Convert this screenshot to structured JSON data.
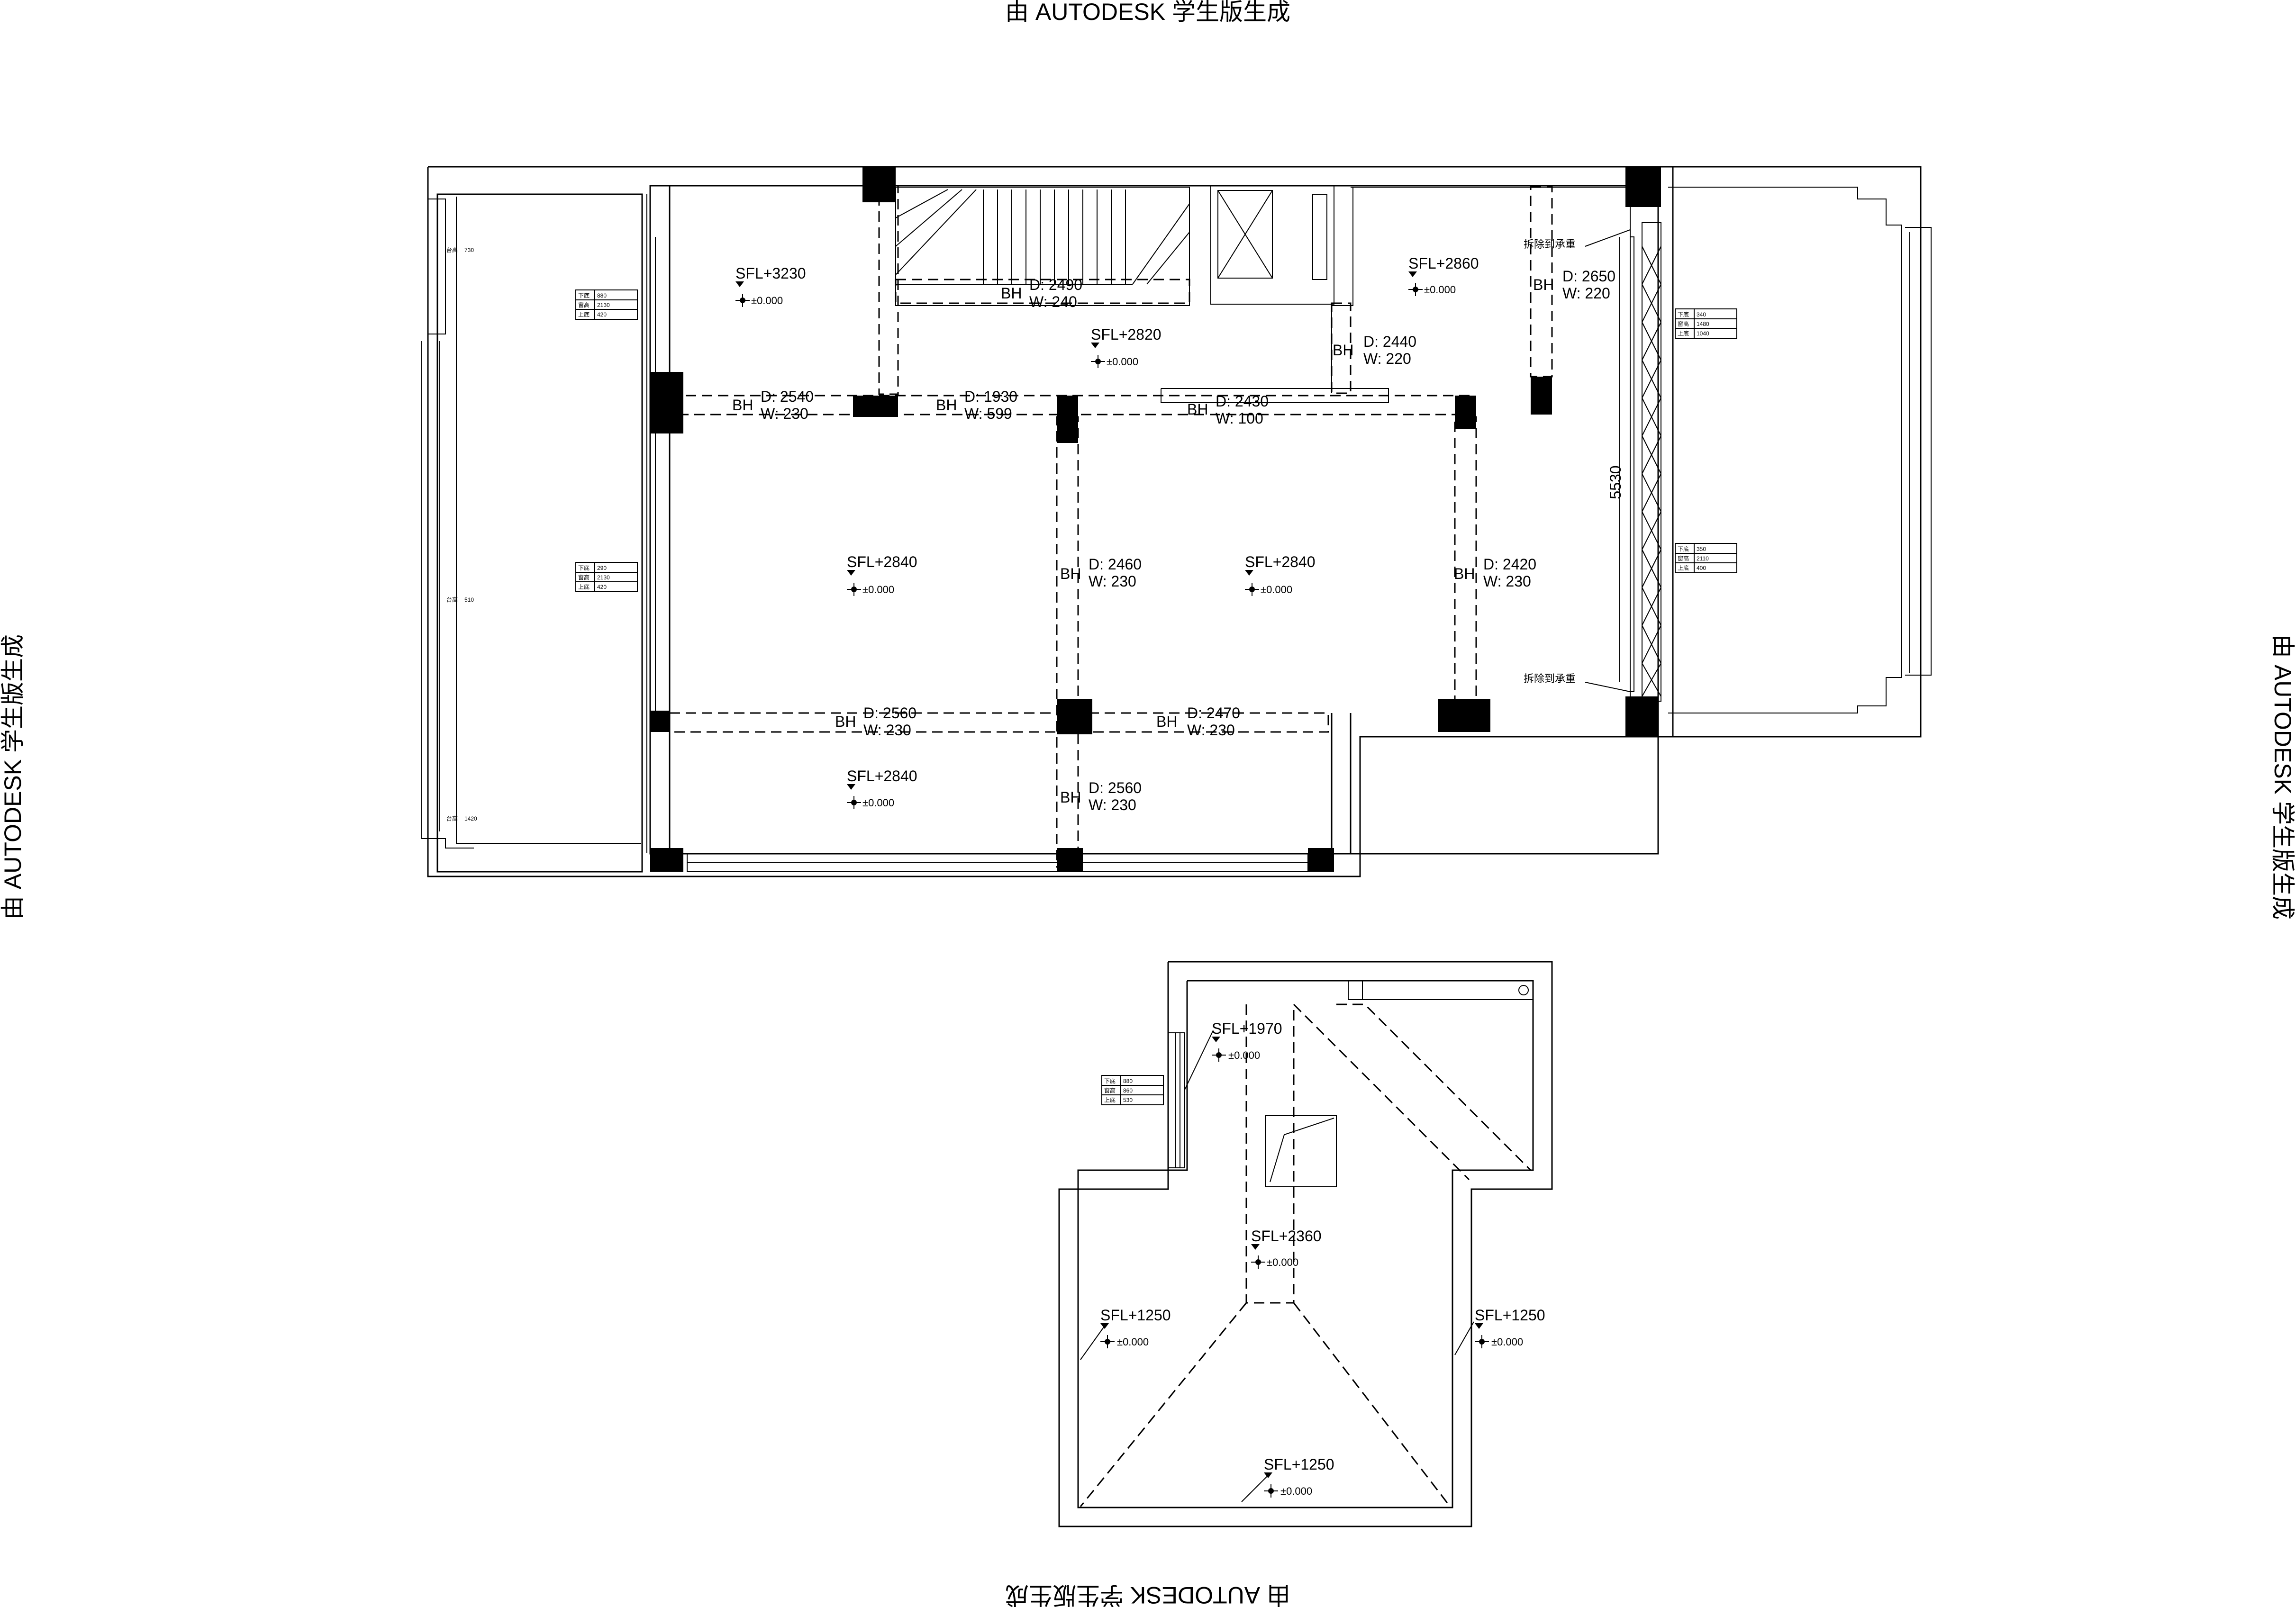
{
  "watermark": "由 AUTODESK 学生版生成",
  "upper_plan": {
    "levels": [
      {
        "sfl": "SFL+3230",
        "ref": "±0.000"
      },
      {
        "sfl": "SFL+2820",
        "ref": "±0.000"
      },
      {
        "sfl": "SFL+2860",
        "ref": "±0.000"
      },
      {
        "sfl": "SFL+2840",
        "ref": "±0.000"
      },
      {
        "sfl": "SFL+2840",
        "ref": "±0.000"
      },
      {
        "sfl": "SFL+2840",
        "ref": "±0.000"
      }
    ],
    "beams": [
      {
        "tag": "BH",
        "d": "D: 2490",
        "w": "W: 240"
      },
      {
        "tag": "BH",
        "d": "D: 2540",
        "w": "W: 230"
      },
      {
        "tag": "BH",
        "d": "D: 1930",
        "w": "W: 599"
      },
      {
        "tag": "BH",
        "d": "D: 2430",
        "w": "W: 100"
      },
      {
        "tag": "BH",
        "d": "D: 2440",
        "w": "W: 220"
      },
      {
        "tag": "BH",
        "d": "D: 2650",
        "w": "W: 220"
      },
      {
        "tag": "BH",
        "d": "D: 2460",
        "w": "W: 230"
      },
      {
        "tag": "BH",
        "d": "D: 2420",
        "w": "W: 230"
      },
      {
        "tag": "BH",
        "d": "D: 2560",
        "w": "W: 230"
      },
      {
        "tag": "BH",
        "d": "D: 2470",
        "w": "W: 230"
      },
      {
        "tag": "BH",
        "d": "D: 2560",
        "w": "W: 230"
      }
    ],
    "dimension": "5530",
    "notes": [
      "拆除到承重",
      "拆除到承重"
    ],
    "window_tables": [
      [
        {
          "k": "下底",
          "v": "880"
        },
        {
          "k": "窗高",
          "v": "2130"
        },
        {
          "k": "上底",
          "v": "420"
        }
      ],
      [
        {
          "k": "下底",
          "v": "290"
        },
        {
          "k": "窗高",
          "v": "2130"
        },
        {
          "k": "上底",
          "v": "420"
        }
      ],
      [
        {
          "k": "下底",
          "v": "340"
        },
        {
          "k": "窗高",
          "v": "1480"
        },
        {
          "k": "上底",
          "v": "1040"
        }
      ],
      [
        {
          "k": "下底",
          "v": "350"
        },
        {
          "k": "窗高",
          "v": "2110"
        },
        {
          "k": "上底",
          "v": "400"
        }
      ]
    ],
    "side_heights": [
      {
        "k": "台高",
        "v": "730"
      },
      {
        "k": "台高",
        "v": "510"
      },
      {
        "k": "台高",
        "v": "1420"
      }
    ]
  },
  "lower_plan": {
    "levels": [
      {
        "sfl": "SFL+1970",
        "ref": "±0.000"
      },
      {
        "sfl": "SFL+2360",
        "ref": "±0.000"
      },
      {
        "sfl": "SFL+1250",
        "ref": "±0.000"
      },
      {
        "sfl": "SFL+1250",
        "ref": "±0.000"
      },
      {
        "sfl": "SFL+1250",
        "ref": "±0.000"
      }
    ],
    "window_table": [
      {
        "k": "下底",
        "v": "880"
      },
      {
        "k": "窗高",
        "v": "860"
      },
      {
        "k": "上底",
        "v": "530"
      }
    ]
  }
}
